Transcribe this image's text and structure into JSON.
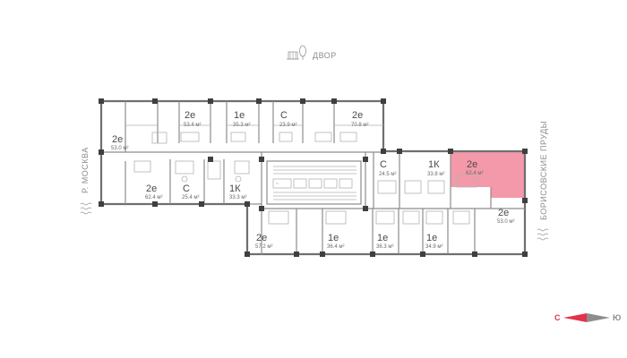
{
  "orientation": {
    "courtyard_label": "ДВОР",
    "west_label": "Р. МОСКВА",
    "east_label": "БОРИСОВСКИЕ ПРУДЫ"
  },
  "compass": {
    "north": "С",
    "south": "Ю",
    "active_color": "#e3324c",
    "inactive_color": "#8d8d8d"
  },
  "highlight_color": "#f28ea0",
  "apartments": [
    {
      "type": "2е",
      "area": "53.4 м²"
    },
    {
      "type": "1е",
      "area": "35.3 м²"
    },
    {
      "type": "С",
      "area": "23.9 м²"
    },
    {
      "type": "2е",
      "area": "70.8 м²"
    },
    {
      "type": "2е",
      "area": "53.0 м²"
    },
    {
      "type": "2е",
      "area": "62.4 м²"
    },
    {
      "type": "С",
      "area": "25.4 м²"
    },
    {
      "type": "1К",
      "area": "33.3 м²"
    },
    {
      "type": "С",
      "area": "24.5 м²"
    },
    {
      "type": "1К",
      "area": "33.8 м²"
    },
    {
      "type": "2е",
      "area": "62.4 м²",
      "selected": true
    },
    {
      "type": "2е",
      "area": "53.0 м²"
    },
    {
      "type": "2е",
      "area": "57.2 м²"
    },
    {
      "type": "1е",
      "area": "36.4 м²"
    },
    {
      "type": "1е",
      "area": "36.3 м²"
    },
    {
      "type": "1е",
      "area": "34.9 м²"
    }
  ]
}
